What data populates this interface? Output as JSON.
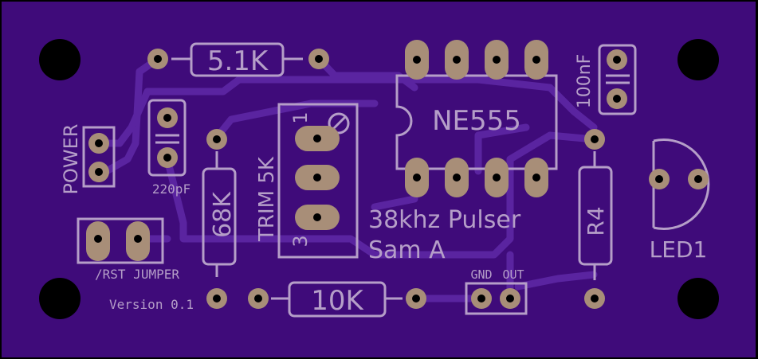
{
  "colors": {
    "board": "#3f0b7a",
    "silkscreen": "#b59ec8",
    "copper": "#a88e78",
    "trace": "#5a24a0",
    "edge": "#000000"
  },
  "labels": {
    "r_top": "5.1K",
    "ic": "NE555",
    "cap_top_right": "100nF",
    "power": "POWER",
    "cap_left": "220pF",
    "trim": "TRIM 5K",
    "trim_pin1": "1",
    "trim_pin3": "3",
    "r_left": "68K",
    "title_line1": "38khz Pulser",
    "title_line2": "Sam A",
    "r4": "R4",
    "led": "LED1",
    "jumper": "/RST JUMPER",
    "version": "Version 0.1",
    "r_bottom": "10K",
    "gnd": "GND",
    "out": "OUT"
  }
}
